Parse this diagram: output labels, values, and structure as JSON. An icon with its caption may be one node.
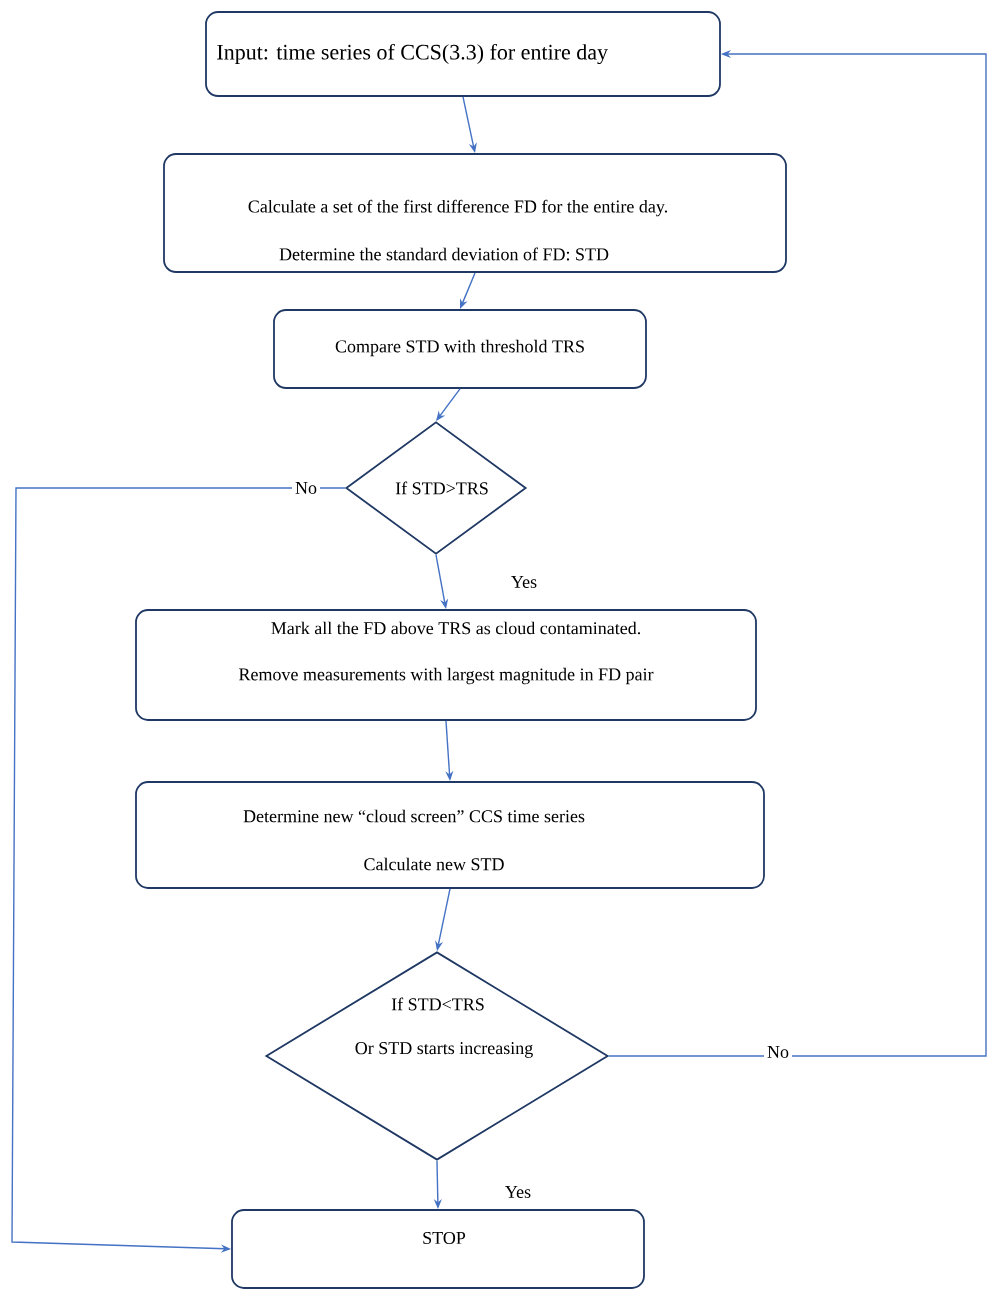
{
  "diagram": {
    "nodes": [
      {
        "text": [
          "Input: time series of CCS(3.3) for entire day"
        ]
      },
      {
        "text": [
          "Calculate a set of the first difference FD for the entire day.",
          "Determine the standard deviation of FD: STD"
        ]
      },
      {
        "text": [
          "Compare STD with threshold TRS"
        ]
      },
      {
        "text": [
          "If STD>TRS"
        ]
      },
      {
        "text": [
          "Mark all the FD above TRS as cloud contaminated.",
          "Remove measurements with largest magnitude in FD pair"
        ]
      },
      {
        "text": [
          "Determine new “cloud screen”  CCS time series",
          "Calculate new STD"
        ]
      },
      {
        "text": [
          "If STD<TRS",
          "Or STD starts increasing"
        ]
      },
      {
        "text": [
          "STOP"
        ]
      }
    ],
    "edges": [
      {
        "from": 0,
        "to": 1,
        "arrow": "to"
      },
      {
        "from": 1,
        "to": 2,
        "arrow": "to"
      },
      {
        "from": 2,
        "to": 3,
        "arrow": "to"
      },
      {
        "from": 3,
        "to": 4,
        "arrow": "to",
        "label": "Yes"
      },
      {
        "from": 3,
        "to": 7,
        "arrow": "to",
        "label": "No"
      },
      {
        "from": 4,
        "to": 5,
        "arrow": "to"
      },
      {
        "from": 5,
        "to": 6,
        "arrow": "to"
      },
      {
        "from": 6,
        "to": 7,
        "arrow": "to",
        "label": "Yes"
      },
      {
        "from": 6,
        "to": 0,
        "arrow": "to",
        "label": "No"
      }
    ]
  }
}
